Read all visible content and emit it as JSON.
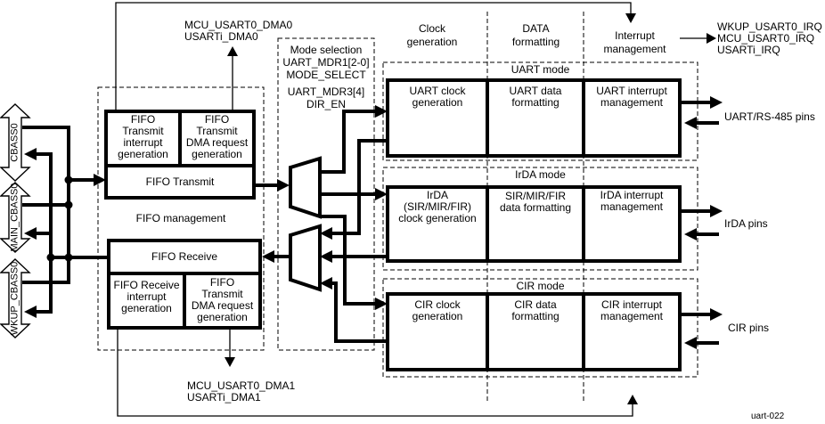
{
  "buses": [
    {
      "label": "CBASS0"
    },
    {
      "label": "MAIN_CBASS0"
    },
    {
      "label": "WKUP_CBASS0"
    }
  ],
  "signals": {
    "dma0": "MCU_USART0_DMA0\nUSARTi_DMA0",
    "irq": "WKUP_USART0_IRQ\nMCU_USART0_IRQ\nUSARTi_IRQ",
    "dma1": "MCU_USART0_DMA1\nUSARTi_DMA1"
  },
  "columns": {
    "clock": "Clock\ngeneration",
    "data": "DATA\nformatting",
    "interrupt": "Interrupt\nmanagement"
  },
  "mode_selection": {
    "title": "Mode selection",
    "register1": "UART_MDR1[2-0]",
    "field1": "MODE_SELECT",
    "register2": "UART_MDR3[4]",
    "field2": "DIR_EN"
  },
  "fifo": {
    "group_label": "FIFO management",
    "tx_interrupt": "FIFO\nTransmit\ninterrupt\ngeneration",
    "tx_dma": "FIFO\nTransmit\nDMA request\ngeneration",
    "transmit": "FIFO Transmit",
    "receive": "FIFO Receive",
    "rx_interrupt": "FIFO Receive\ninterrupt\ngeneration",
    "rx_dma": "FIFO\nTransmit\nDMA request\ngeneration"
  },
  "modes": [
    {
      "name": "UART mode",
      "cells": [
        "UART clock\ngeneration",
        "UART data\nformatting",
        "UART interrupt\nmanagement"
      ],
      "pins": "UART/RS-485 pins"
    },
    {
      "name": "IrDA mode",
      "cells": [
        "IrDA\n(SIR/MIR/FIR)\nclock generation",
        "SIR/MIR/FIR\ndata formatting",
        "IrDA interrupt\nmanagement"
      ],
      "pins": "IrDA pins"
    },
    {
      "name": "CIR mode",
      "cells": [
        "CIR clock\ngeneration",
        "CIR data\nformatting",
        "CIR interrupt\nmanagement"
      ],
      "pins": "CIR pins"
    }
  ],
  "colors": {
    "ink": "#000000",
    "paper": "#ffffff"
  },
  "watermark": "uart-022"
}
